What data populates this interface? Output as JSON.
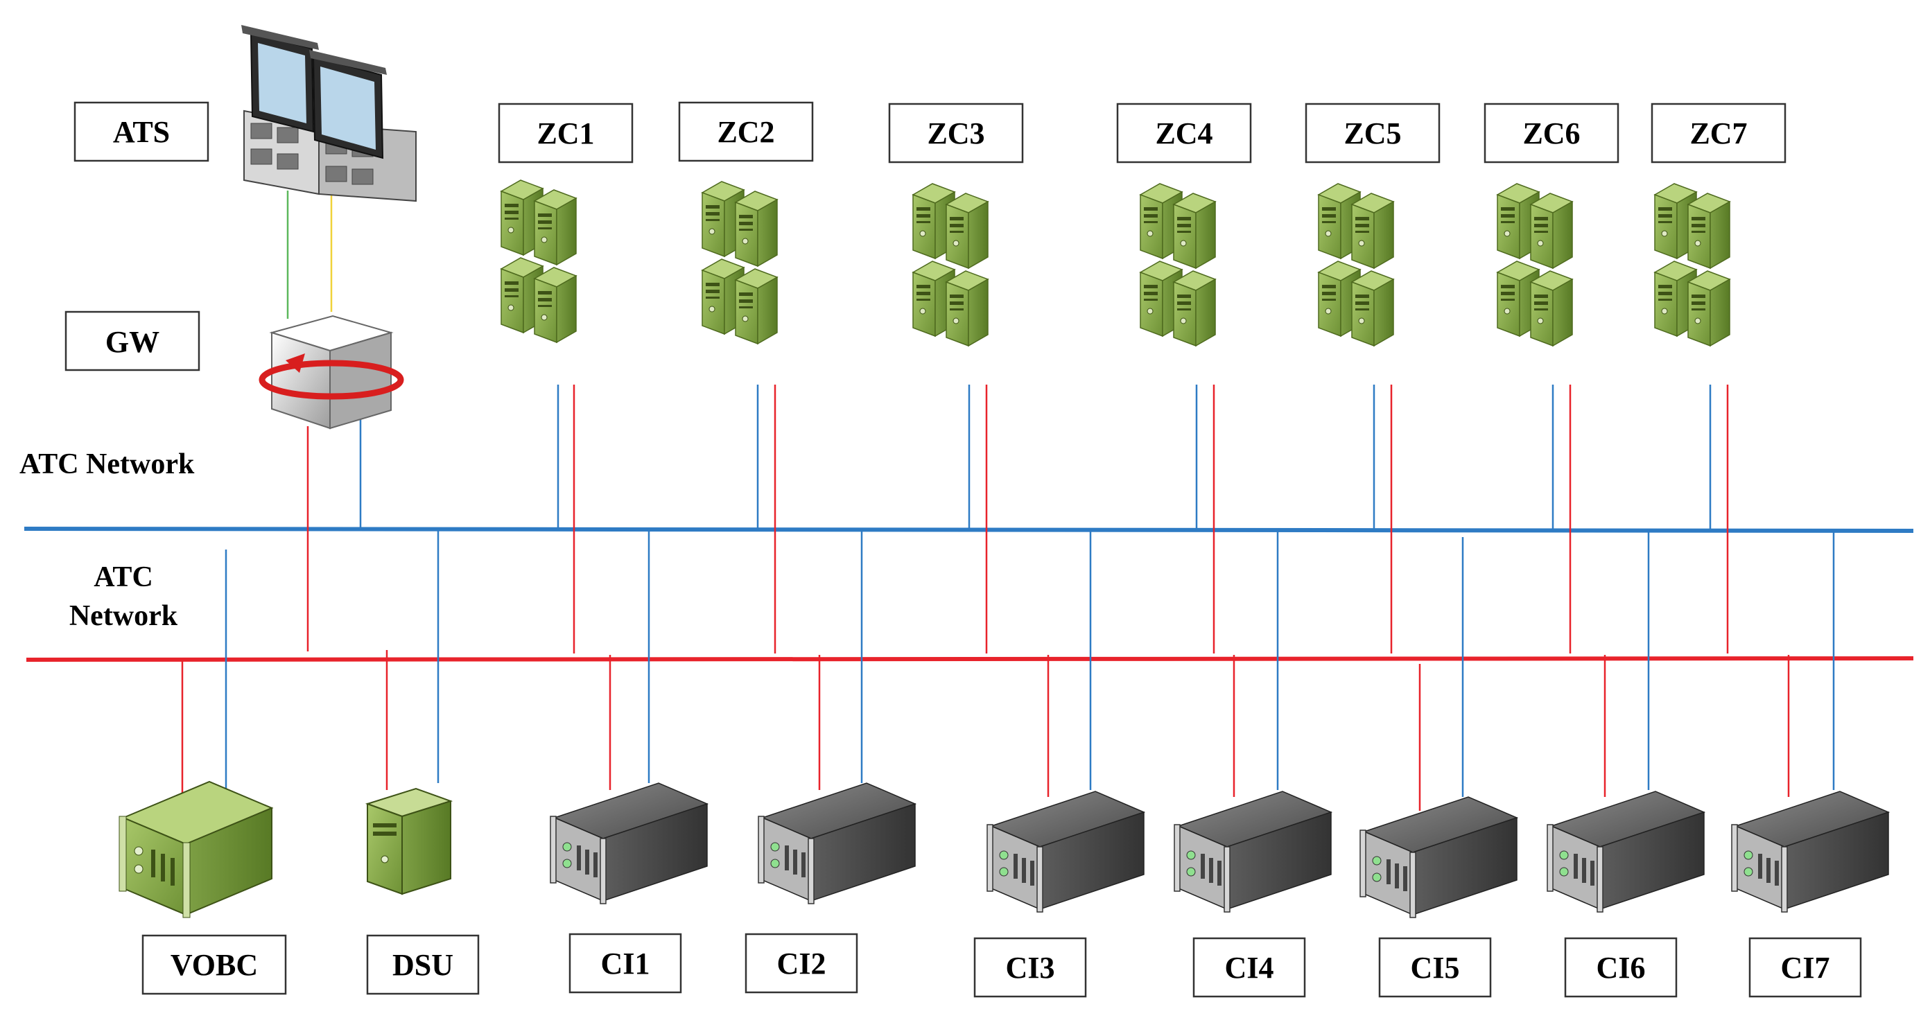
{
  "colors": {
    "blue_network": "#2e7bc4",
    "red_network": "#e8232b",
    "server_green": "#8db04c",
    "rack_gray": "#5a5a5a"
  },
  "labels": {
    "ats": "ATS",
    "gw": "GW",
    "network_blue": "ATC Network",
    "network_red_line1": "ATC",
    "network_red_line2": "Network",
    "vobc": "VOBC",
    "dsu": "DSU"
  },
  "zone_controllers": [
    {
      "label": "ZC1",
      "icon": "server-cluster-icon"
    },
    {
      "label": "ZC2",
      "icon": "server-cluster-icon"
    },
    {
      "label": "ZC3",
      "icon": "server-cluster-icon"
    },
    {
      "label": "ZC4",
      "icon": "server-cluster-icon"
    },
    {
      "label": "ZC5",
      "icon": "server-cluster-icon"
    },
    {
      "label": "ZC6",
      "icon": "server-cluster-icon"
    },
    {
      "label": "ZC7",
      "icon": "server-cluster-icon"
    }
  ],
  "interlockings": [
    {
      "label": "CI1",
      "icon": "rack-server-icon"
    },
    {
      "label": "CI2",
      "icon": "rack-server-icon"
    },
    {
      "label": "CI3",
      "icon": "rack-server-icon"
    },
    {
      "label": "CI4",
      "icon": "rack-server-icon"
    },
    {
      "label": "CI5",
      "icon": "rack-server-icon"
    },
    {
      "label": "CI6",
      "icon": "rack-server-icon"
    },
    {
      "label": "CI7",
      "icon": "rack-server-icon"
    }
  ]
}
